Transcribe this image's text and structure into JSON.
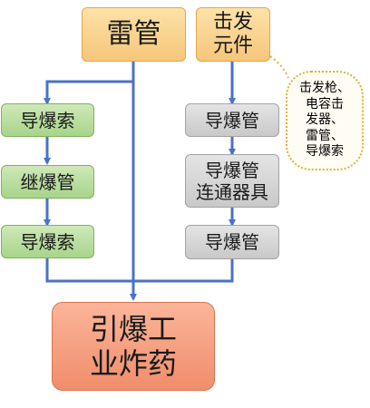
{
  "nodes": {
    "detonator_top": "雷管",
    "initiating_element": "击发\n元件",
    "detonating_cord_1": "导爆索",
    "relay_detonator": "继爆管",
    "detonating_cord_2": "导爆索",
    "shock_tube_1": "导爆管",
    "shock_tube_connector": "导爆管\n连通器具",
    "shock_tube_2": "导爆管",
    "industrial_explosive": "引爆工\n业炸药"
  },
  "callout": "击发枪、\n电容击\n发器、\n雷管、\n导爆索",
  "colors": {
    "connector": "#4a72c4",
    "orange": "#f6c67a",
    "green": "#a8d48a",
    "gray": "#c9c9c9",
    "red": "#f08d6b",
    "callout_border": "#d8b43a"
  }
}
